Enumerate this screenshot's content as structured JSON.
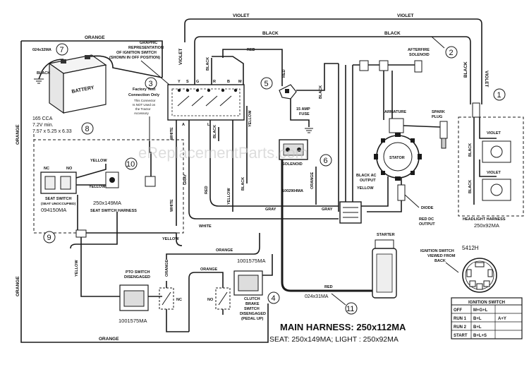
{
  "wire_labels": {
    "violet": "VIOLET",
    "orange": "ORANGE",
    "black": "BLACK",
    "red": "RED",
    "white": "WHITE",
    "gray": "GRAY",
    "yellow": "YELLOW"
  },
  "callouts": [
    "1",
    "2",
    "3",
    "4",
    "5",
    "6",
    "7",
    "8",
    "9",
    "10",
    "11"
  ],
  "battery": {
    "part": "024x32MA",
    "label": "BATTERY",
    "cca": "165 CCA",
    "voltage": "7.2V min.",
    "size": "7.57 x 5.25 x 6.33"
  },
  "ignition_graphic": {
    "line1": "GRAPHIC",
    "line2": "REPRESENTATION",
    "line3": "OF IGNITION SWITCH",
    "line4": "(SHOWN IN OFF POSITION)",
    "terminals": [
      "Y",
      "S",
      "G",
      "R",
      "B",
      "M"
    ],
    "pins_a": "A",
    "pins_l": "L"
  },
  "factory_test": {
    "title1": "Factory Test",
    "title2": "Connection Only",
    "note1": "This Connector",
    "note2": "Is NOT Used on",
    "note3": "the Tractor",
    "note4": "Accessory"
  },
  "fuse": {
    "line1": "15 AMP",
    "line2": "FUSE"
  },
  "afterfire": {
    "line1": "AFTERFIRE",
    "line2": "SOLENOID"
  },
  "armature": "ARMATURE",
  "spark_plug": {
    "line1": "SPARK",
    "line2": "PLUG"
  },
  "stator": "STATOR",
  "solenoid": {
    "label": "SOLENOID",
    "part": "1002904MA"
  },
  "black_ac": {
    "line1": "BLACK AC",
    "line2": "OUTPUT"
  },
  "diode": "DIODE",
  "red_dc": {
    "line1": "RED DC",
    "line2": "OUTPUT"
  },
  "headlight": {
    "title": "HEADLIGHT HARNESS",
    "part": "250x92MA"
  },
  "seat_switch": {
    "nc": "NC",
    "no": "NO",
    "title": "SEAT SWITCH",
    "sub": "(SEAT UNOCCUPIED)",
    "part": "094150MA"
  },
  "seat_harness": {
    "part": "250x149MA",
    "title": "SEAT SWITCH HARNESS"
  },
  "starter": "STARTER",
  "ignition_view": {
    "part": "5412H",
    "line1": "IGNITION SWITCH",
    "line2": "VIEWED FROM",
    "line3": "BACK"
  },
  "ignition_table": {
    "title": "IGNITION SWITCH",
    "rows": [
      [
        "OFF",
        "M+G+L",
        ""
      ],
      [
        "RUN 1",
        "B+L",
        "A+Y"
      ],
      [
        "RUN 2",
        "B+L",
        ""
      ],
      [
        "START",
        "B+L+S",
        ""
      ]
    ]
  },
  "pto": {
    "line1": "PTO SWITCH",
    "line2": "DISENGAGED",
    "part": "1001575MA",
    "nc": "NC"
  },
  "clutch": {
    "part": "1001575MA",
    "line1": "CLUTCH",
    "line2": "BRAKE",
    "line3": "SWITCH",
    "line4": "DISENGAGED",
    "line5": "(PEDAL UP)",
    "no": "NO"
  },
  "red_cable": "024x31MA",
  "main_title": "MAIN HARNESS: 250x112MA",
  "sub_title": "SEAT: 250x149MA;    LIGHT : 250x92MA",
  "watermark": "eReplacementParts.com"
}
